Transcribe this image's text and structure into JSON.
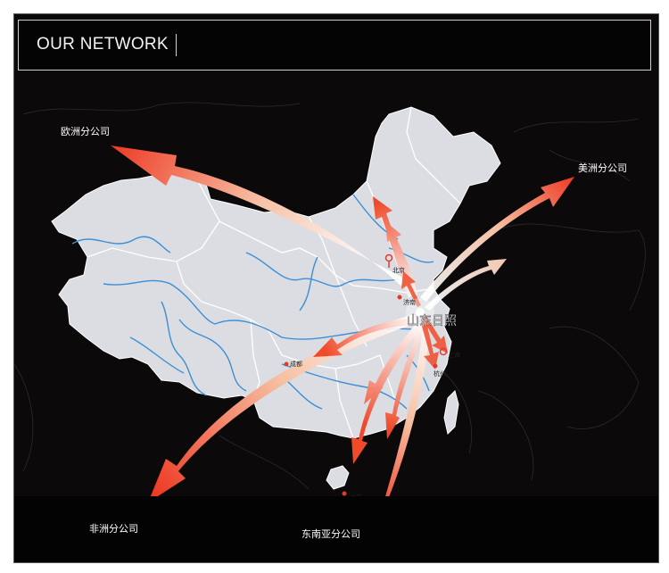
{
  "header": {
    "title": "OUR NETWORK"
  },
  "map": {
    "hub_label": "山东日照",
    "cities": [
      "北京",
      "济南",
      "上海",
      "杭州",
      "成都",
      "三亚"
    ],
    "branches": {
      "europe": "欧洲分公司",
      "america": "美洲分公司",
      "africa": "非洲分公司",
      "southeast_asia": "东南亚分公司"
    },
    "colors": {
      "background": "#0b0909",
      "land": "#dcdde2",
      "river": "#3a8fd6",
      "arrow_head": "#f0452a",
      "arrow_tail": "#ffffff"
    }
  }
}
